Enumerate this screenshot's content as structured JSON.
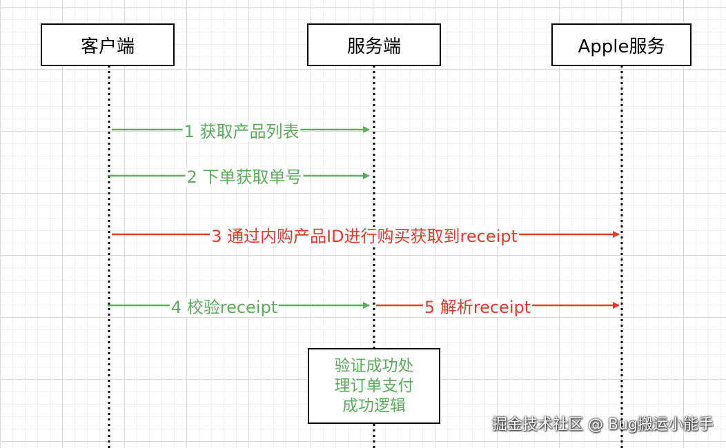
{
  "participants": [
    {
      "label": "客户端"
    },
    {
      "label": "服务端"
    },
    {
      "label": "Apple服务"
    }
  ],
  "messages": [
    {
      "label": "1 获取产品列表",
      "color": "#5aac5a"
    },
    {
      "label": "2 下单获取单号",
      "color": "#5aac5a"
    },
    {
      "label": "3 通过内购产品ID进行购买获取到receipt",
      "color": "#e53a2a"
    },
    {
      "label": "4 校验receipt",
      "color": "#5aac5a"
    },
    {
      "label": "5 解析receipt",
      "color": "#e53a2a"
    }
  ],
  "note": {
    "lines": [
      "验证成功处",
      "理订单支付",
      "成功逻辑"
    ],
    "color": "#5aac5a"
  },
  "watermark": "掘金技术社区 @ Bug搬运小能手"
}
